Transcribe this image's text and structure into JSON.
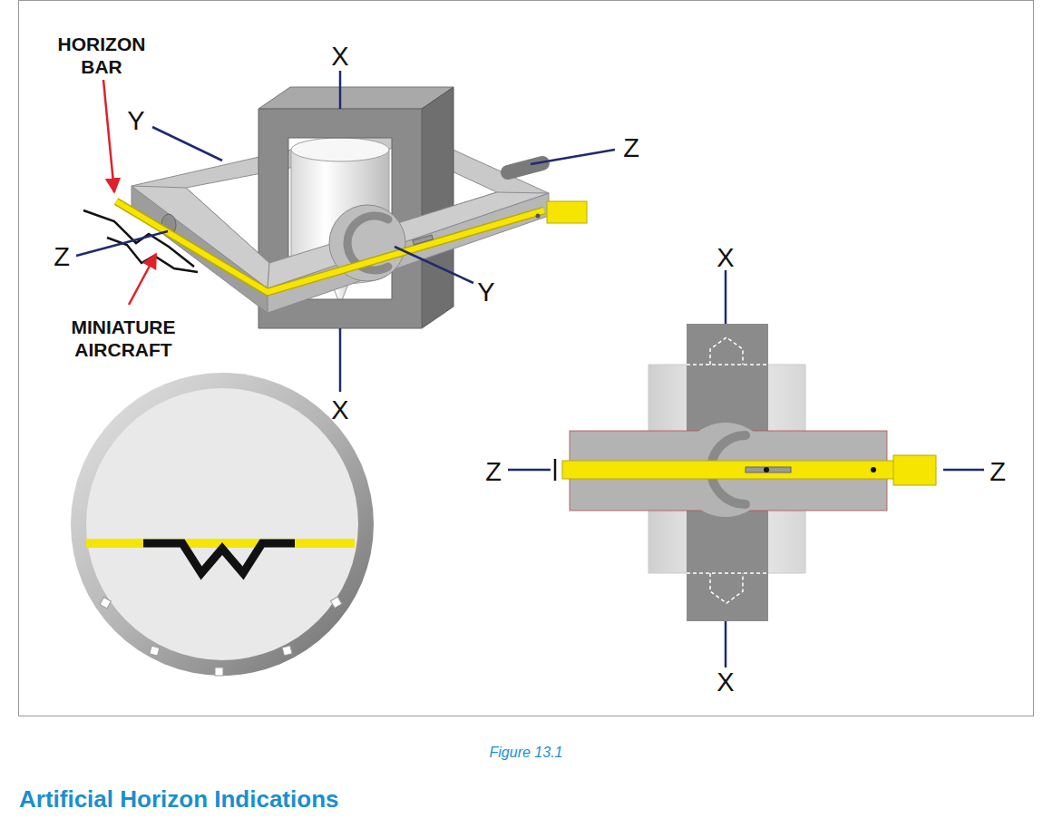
{
  "diagram": {
    "caption": "Figure 13.1",
    "labels": [
      "HORIZON BAR",
      "X",
      "Y",
      "Z",
      "Z",
      "MINIATURE AIRCRAFT",
      "Y",
      "X",
      "X",
      "Z",
      "Z",
      "X",
      "Artificial Horizon Indications"
    ]
  }
}
